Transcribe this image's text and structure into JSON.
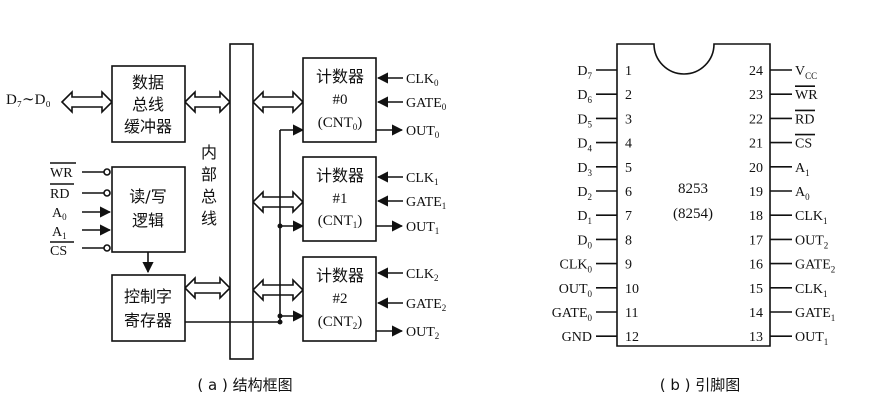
{
  "left": {
    "data_label": "D₇∼D₀",
    "buffer_lines": [
      "数据",
      "总线",
      "缓冲器"
    ],
    "internal_bus_lines": [
      "内",
      "部",
      "总",
      "线"
    ],
    "rw_lines": [
      "读/写",
      "逻辑"
    ],
    "ctrl_lines": [
      "控制字",
      "寄存器"
    ],
    "inputs": {
      "wr": "WR",
      "rd": "RD",
      "a0": "A",
      "a0_sub": "0",
      "a1": "A",
      "a1_sub": "1",
      "cs": "CS"
    },
    "counters": [
      {
        "title": "计数器",
        "num": "#0",
        "cnt": "(CNT",
        "cnt_sub": "0",
        "cnt_close": ")",
        "clk": "CLK",
        "clk_sub": "0",
        "gate": "GATE",
        "gate_sub": "0",
        "out": "OUT",
        "out_sub": "0"
      },
      {
        "title": "计数器",
        "num": "#1",
        "cnt": "(CNT",
        "cnt_sub": "1",
        "cnt_close": ")",
        "clk": "CLK",
        "clk_sub": "1",
        "gate": "GATE",
        "gate_sub": "1",
        "out": "OUT",
        "out_sub": "1"
      },
      {
        "title": "计数器",
        "num": "#2",
        "cnt": "(CNT",
        "cnt_sub": "2",
        "cnt_close": ")",
        "clk": "CLK",
        "clk_sub": "2",
        "gate": "GATE",
        "gate_sub": "2",
        "out": "OUT",
        "out_sub": "2"
      }
    ],
    "caption": "( a ) 结构框图"
  },
  "right": {
    "chip_name": "8253",
    "chip_alt": "(8254)",
    "left_pins": [
      {
        "num": "1",
        "name": "D",
        "sub": "7"
      },
      {
        "num": "2",
        "name": "D",
        "sub": "6"
      },
      {
        "num": "3",
        "name": "D",
        "sub": "5"
      },
      {
        "num": "4",
        "name": "D",
        "sub": "4"
      },
      {
        "num": "5",
        "name": "D",
        "sub": "3"
      },
      {
        "num": "6",
        "name": "D",
        "sub": "2"
      },
      {
        "num": "7",
        "name": "D",
        "sub": "1"
      },
      {
        "num": "8",
        "name": "D",
        "sub": "0"
      },
      {
        "num": "9",
        "name": "CLK",
        "sub": "0"
      },
      {
        "num": "10",
        "name": "OUT",
        "sub": "0"
      },
      {
        "num": "11",
        "name": "GATE",
        "sub": "0"
      },
      {
        "num": "12",
        "name": "GND",
        "sub": ""
      }
    ],
    "right_pins": [
      {
        "num": "24",
        "name": "V",
        "sub": "CC",
        "bar": false
      },
      {
        "num": "23",
        "name": "WR",
        "sub": "",
        "bar": true
      },
      {
        "num": "22",
        "name": "RD",
        "sub": "",
        "bar": true
      },
      {
        "num": "21",
        "name": "CS",
        "sub": "",
        "bar": true
      },
      {
        "num": "20",
        "name": "A",
        "sub": "1",
        "bar": false
      },
      {
        "num": "19",
        "name": "A",
        "sub": "0",
        "bar": false
      },
      {
        "num": "18",
        "name": "CLK",
        "sub": "1",
        "bar": false
      },
      {
        "num": "17",
        "name": "OUT",
        "sub": "2",
        "bar": false
      },
      {
        "num": "16",
        "name": "GATE",
        "sub": "2",
        "bar": false
      },
      {
        "num": "15",
        "name": "CLK",
        "sub": "1",
        "bar": false
      },
      {
        "num": "14",
        "name": "GATE",
        "sub": "1",
        "bar": false
      },
      {
        "num": "13",
        "name": "OUT",
        "sub": "1",
        "bar": false
      }
    ],
    "caption": "( b ) 引脚图"
  }
}
